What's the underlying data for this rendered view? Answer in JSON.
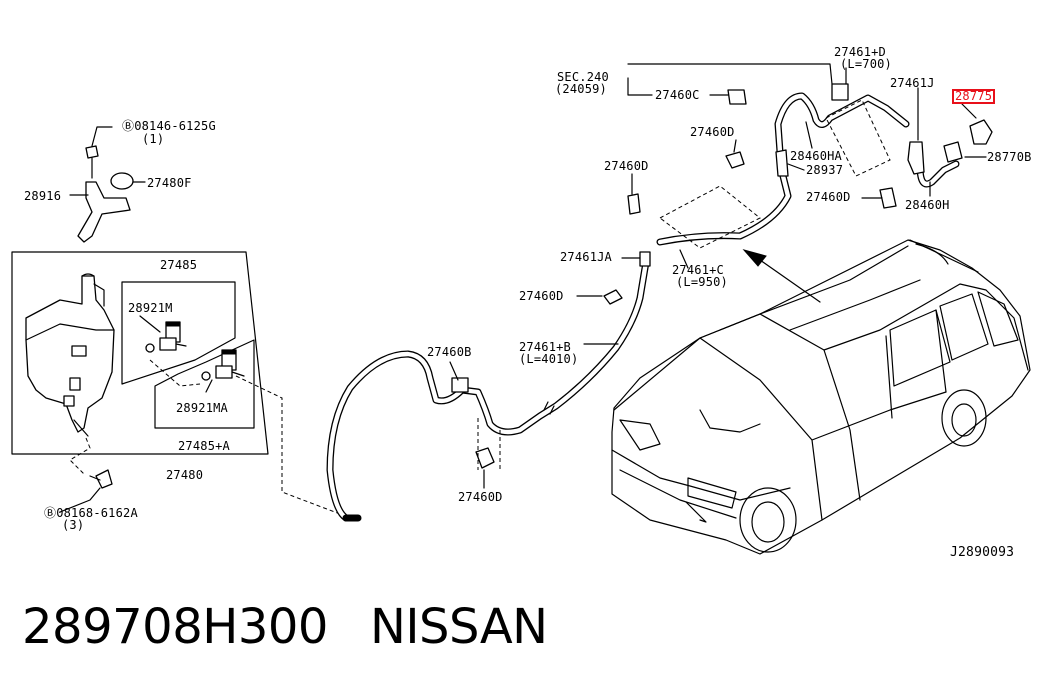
{
  "diagram": {
    "drawing_code": "J2890093",
    "highlight_color": "#e8101a",
    "labels": [
      {
        "id": "bolt-top",
        "text": "Ⓑ08146-6125G"
      },
      {
        "id": "bolt-top-qty",
        "text": "(1)"
      },
      {
        "id": "cap",
        "text": "27480F"
      },
      {
        "id": "bracket",
        "text": "28916"
      },
      {
        "id": "pump-kit",
        "text": "27485"
      },
      {
        "id": "pump-m",
        "text": "28921M"
      },
      {
        "id": "pump-ma",
        "text": "28921MA"
      },
      {
        "id": "pump-kit-a",
        "text": "27485+A"
      },
      {
        "id": "tank",
        "text": "27480"
      },
      {
        "id": "bolt-bottom",
        "text": "Ⓑ08168-6162A"
      },
      {
        "id": "bolt-bottom-qty",
        "text": "(3)"
      },
      {
        "id": "sec",
        "text": "SEC.240"
      },
      {
        "id": "sec-ref",
        "text": "(24059)"
      },
      {
        "id": "connector-c",
        "text": "27460C"
      },
      {
        "id": "hose-d",
        "text": "27461+D"
      },
      {
        "id": "hose-d-len",
        "text": "(L=700)"
      },
      {
        "id": "hose-j",
        "text": "27461J"
      },
      {
        "id": "highlighted-part",
        "text": "28775",
        "highlighted": true
      },
      {
        "id": "clip-d1",
        "text": "27460D"
      },
      {
        "id": "nozzle-ha",
        "text": "28460HA"
      },
      {
        "id": "valve",
        "text": "28937"
      },
      {
        "id": "nozzle-b",
        "text": "28770B"
      },
      {
        "id": "clip-d2",
        "text": "27460D"
      },
      {
        "id": "clip-d3",
        "text": "27460D"
      },
      {
        "id": "nozzle-h",
        "text": "28460H"
      },
      {
        "id": "joint-ja",
        "text": "27461JA"
      },
      {
        "id": "hose-c",
        "text": "27461+C"
      },
      {
        "id": "hose-c-len",
        "text": "(L=950)"
      },
      {
        "id": "clip-d4",
        "text": "27460D"
      },
      {
        "id": "hose-b",
        "text": "27461+B"
      },
      {
        "id": "hose-b-len",
        "text": "(L=4010)"
      },
      {
        "id": "clip-b",
        "text": "27460B"
      },
      {
        "id": "clip-d5",
        "text": "27460D"
      }
    ]
  },
  "caption": {
    "part_number": "289708H300",
    "brand": "NISSAN"
  }
}
